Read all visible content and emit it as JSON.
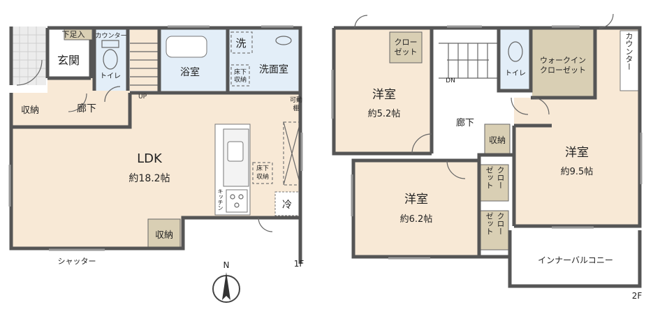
{
  "floor1": {
    "floor_label": "1F",
    "rooms": {
      "genkan": "玄関",
      "shitabako": "下足入",
      "counter": "カウンター",
      "toilet": "トイレ",
      "rouka": "廊下",
      "shuno": "収納",
      "yokushitsu": "浴室",
      "sen": "洗",
      "senmenshitsu": "洗面室",
      "yukashita_1": "床下",
      "yukashita_2": "収納",
      "kadodana_1": "可動",
      "kadodana_2": "棚",
      "ldk_name": "LDK",
      "ldk_size": "約18.2帖",
      "yukashita_k1": "床下",
      "yukashita_k2": "収納",
      "rei": "冷",
      "kitchen": "キッチン",
      "shuno_ldk": "収納",
      "up": "UP",
      "shutter": "シャッター"
    }
  },
  "floor2": {
    "floor_label": "2F",
    "rooms": {
      "closet_a1": "クロー",
      "closet_a2": "ゼット",
      "youshitsu_a": "洋室",
      "youshitsu_a_size": "約5.2帖",
      "dn": "DN",
      "toilet": "トイレ",
      "walkin_1": "ウォークイン",
      "walkin_2": "クローゼット",
      "counter": "カウンター",
      "rouka": "廊下",
      "shuno": "収納",
      "youshitsu_b": "洋室",
      "youshitsu_b_size": "約9.5帖",
      "closet_b1": "クロー",
      "closet_b2": "ゼット",
      "closet_c1": "クロー",
      "closet_c2": "ゼット",
      "youshitsu_c": "洋室",
      "youshitsu_c_size": "約6.2帖",
      "balcony": "インナーバルコニー"
    }
  },
  "compass": {
    "north": "N"
  },
  "colors": {
    "wood": "#f8e9d6",
    "tile_blue": "#e3eef8",
    "storage": "#d9cfb4",
    "wall": "#555555",
    "entrance": "#ffffff"
  }
}
